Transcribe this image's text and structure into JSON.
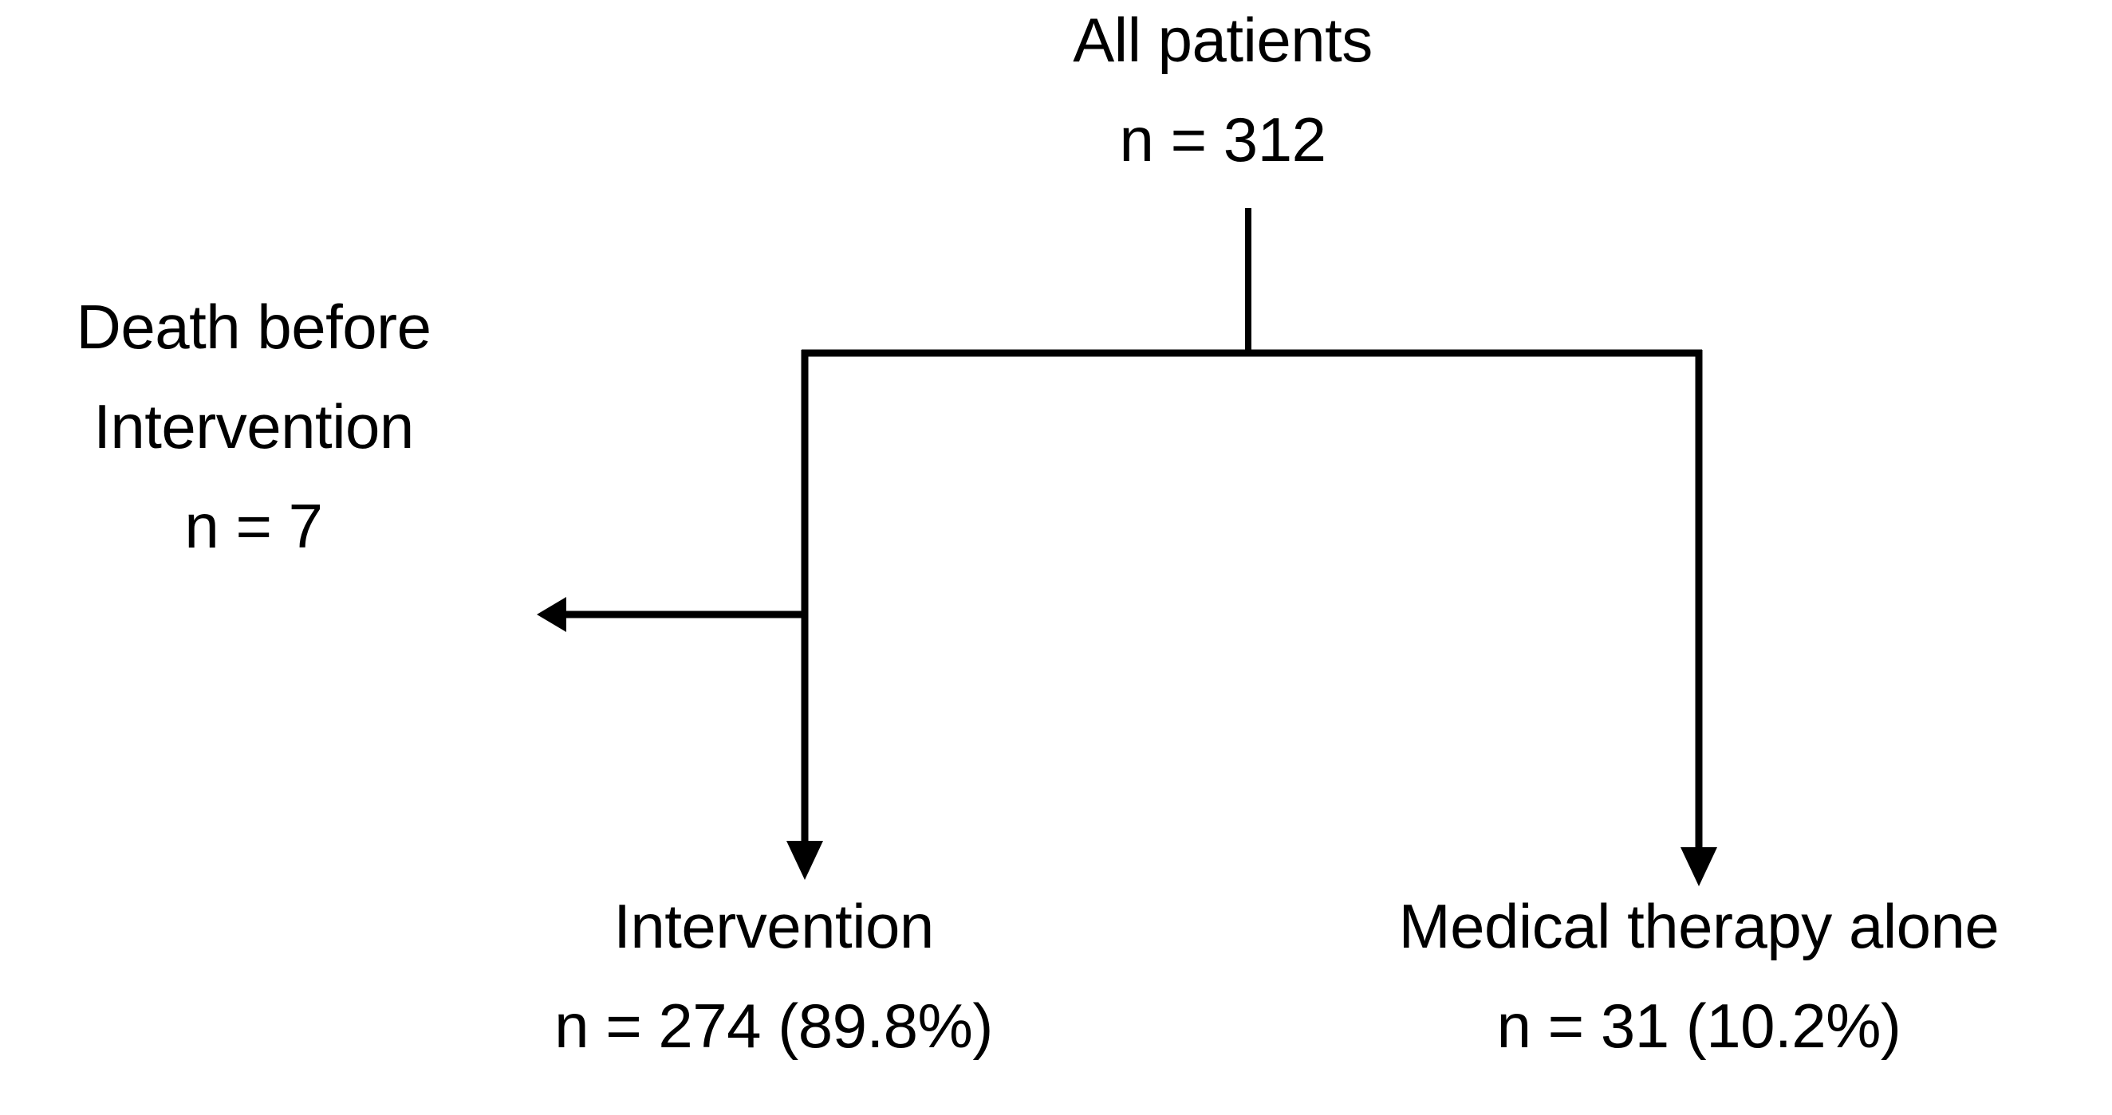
{
  "figure": {
    "type": "flowchart",
    "orientation": "top-down",
    "background_color": "#ffffff",
    "stroke_color": "#000000"
  },
  "nodes": {
    "all_patients": {
      "id": "all-patients",
      "line1": "All patients",
      "line2": "n = 312",
      "count": 312
    },
    "death_before_intervention": {
      "id": "death-before-intervention",
      "line1": "Death before",
      "line2": "Intervention",
      "line3": "n = 7",
      "count": 7
    },
    "intervention": {
      "id": "intervention",
      "line1": "Intervention",
      "line2": "n = 274 (89.8%)",
      "count": 274,
      "percent": "89.8%"
    },
    "medical_therapy_alone": {
      "id": "medical-therapy-alone",
      "line1": "Medical therapy alone",
      "line2": "n = 31 (10.2%)",
      "count": 31,
      "percent": "10.2%"
    }
  },
  "connectors": [
    {
      "name": "trunk-from-all-patients",
      "from": "all_patients",
      "to": "split-bar",
      "arrow": false
    },
    {
      "name": "split-bar",
      "from": "trunk",
      "to": "branches",
      "arrow": false
    },
    {
      "name": "branch-to-intervention",
      "from": "split-bar",
      "to": "intervention",
      "arrow": true,
      "direction": "down"
    },
    {
      "name": "branch-to-death-before-intervention",
      "from": "branch-to-intervention",
      "to": "death_before_intervention",
      "arrow": true,
      "direction": "left"
    },
    {
      "name": "branch-to-medical-therapy-alone",
      "from": "split-bar",
      "to": "medical_therapy_alone",
      "arrow": true,
      "direction": "down"
    }
  ]
}
